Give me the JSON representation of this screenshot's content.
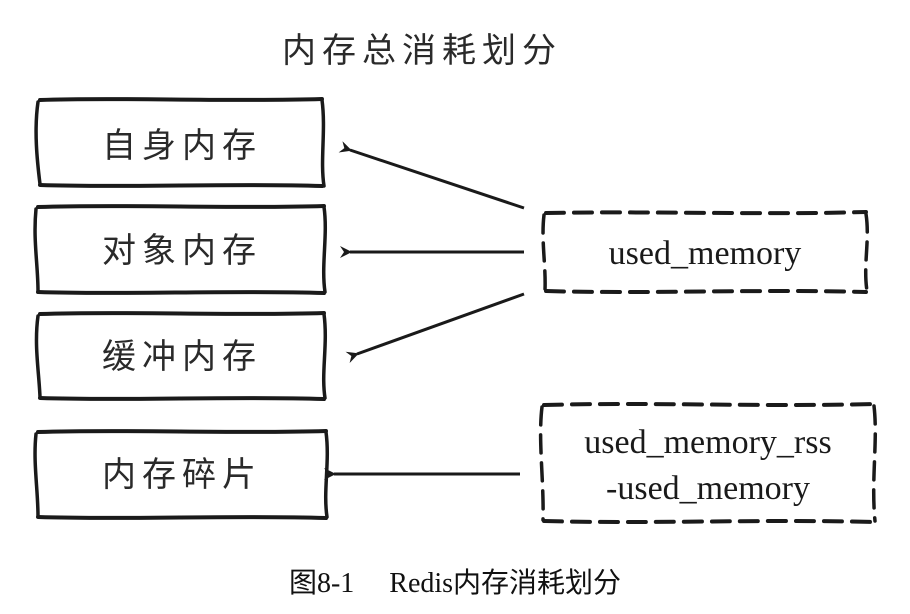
{
  "title": "内存总消耗划分",
  "boxes": [
    {
      "label": "自身内存"
    },
    {
      "label": "对象内存"
    },
    {
      "label": "缓冲内存"
    },
    {
      "label": "内存碎片"
    }
  ],
  "sources": {
    "used_memory": "used_memory",
    "rss_line1": "used_memory_rss",
    "rss_line2": "-used_memory"
  },
  "caption": {
    "figure": "图8-1",
    "text": "Redis内存消耗划分"
  },
  "colors": {
    "ink": "#1a1a1a",
    "background": "#ffffff"
  }
}
